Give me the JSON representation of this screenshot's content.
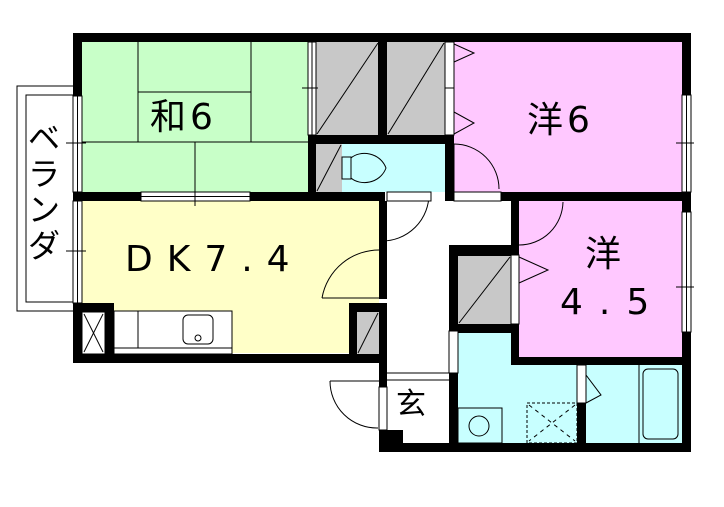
{
  "floorplan": {
    "colors": {
      "washitsu": "#c8ffc8",
      "western": "#ffc8ff",
      "dk": "#ffffc8",
      "wet": "#c8ffff",
      "storage": "#c8c8c8",
      "wall": "#000000",
      "hall": "#ffffff"
    },
    "rooms": {
      "washitsu": {
        "label": "和6"
      },
      "western_6": {
        "label": "洋6"
      },
      "dk": {
        "label": "DK7.4"
      },
      "western_45_kanji": {
        "label": "洋"
      },
      "western_45_size": {
        "label": "4.5"
      },
      "genkan": {
        "label": "玄"
      }
    },
    "balcony": {
      "chars": [
        "ベ",
        "ラ",
        "ン",
        "ダ"
      ]
    }
  }
}
